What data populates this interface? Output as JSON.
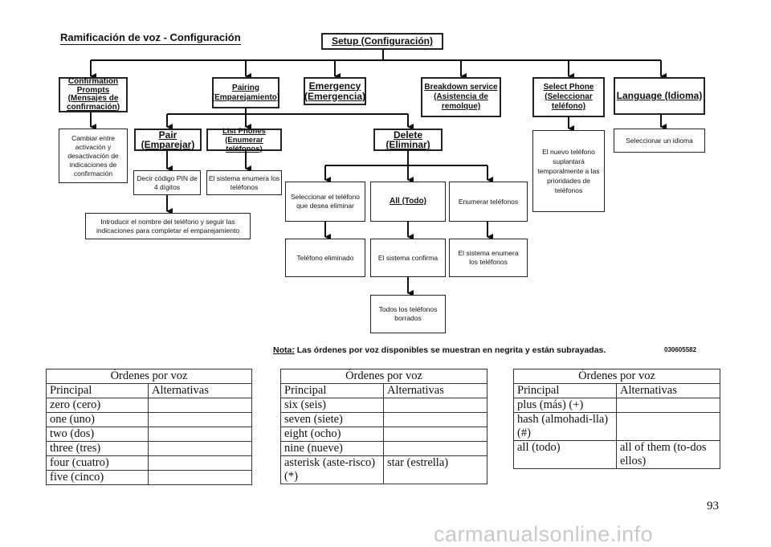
{
  "diagram": {
    "title": "Ramificación de voz - Configuración",
    "root": "Setup (Configuración)",
    "confirmation": "Confirmation Prompts (Mensajes de confirmación)",
    "confirmation_desc": "Cambiar entre activación y desactivación de indicaciones de confirmación",
    "pairing": "Pairing (Emparejamiento)",
    "pair": "Pair (Emparejar)",
    "pair_pin": "Decir código PIN de 4 dígitos",
    "pair_name": "Introducir el nombre del teléfono y seguir las indicaciones para completar el emparejamiento",
    "list_phones": "List Phones (Enumerar teléfonos)",
    "list_phones_desc": "El sistema enumera los teléfonos",
    "emergency": "Emergency (Emergencia)",
    "delete": "Delete (Eliminar)",
    "delete_select": "Seleccionar el teléfono que desea eliminar",
    "delete_deleted": "Teléfono eliminado",
    "delete_all": "All (Todo)",
    "delete_all_confirm": "El sistema confirma",
    "delete_all_done": "Todos los teléfonos borrados",
    "delete_list": "Enumerar teléfonos",
    "delete_list_desc": "El sistema enumera los teléfonos",
    "breakdown": "Breakdown service (Asistencia de remolque)",
    "select_phone": "Select Phone (Seleccionar teléfono)",
    "select_phone_desc": "El nuevo teléfono suplantará temporalmente a las prioridades de teléfonos",
    "language": "Language (Idioma)",
    "language_desc": "Seleccionar un idioma"
  },
  "note": {
    "label": "Nota:",
    "text": "Las órdenes por voz disponibles se muestran en negrita y están subrayadas.",
    "code": "030605582"
  },
  "tables": [
    {
      "caption": "Órdenes por voz",
      "col_primary": "Principal",
      "col_alt": "Alternativas",
      "rows": [
        [
          "zero (cero)",
          ""
        ],
        [
          "one (uno)",
          ""
        ],
        [
          "two (dos)",
          ""
        ],
        [
          "three (tres)",
          ""
        ],
        [
          "four (cuatro)",
          ""
        ],
        [
          "five (cinco)",
          ""
        ]
      ]
    },
    {
      "caption": "Órdenes por voz",
      "col_primary": "Principal",
      "col_alt": "Alternativas",
      "rows": [
        [
          "six (seis)",
          ""
        ],
        [
          "seven (siete)",
          ""
        ],
        [
          "eight (ocho)",
          ""
        ],
        [
          "nine (nueve)",
          ""
        ],
        [
          "asterisk (aste-risco) (*)",
          "star (estrella)"
        ]
      ]
    },
    {
      "caption": "Órdenes por voz",
      "col_primary": "Principal",
      "col_alt": "Alternativas",
      "rows": [
        [
          "plus (más) (+)",
          ""
        ],
        [
          "hash (almohadi-lla) (#)",
          ""
        ],
        [
          "all (todo)",
          "all of them (to-dos ellos)"
        ]
      ]
    }
  ],
  "page_number": "93",
  "watermark": "carmanualsonline.info"
}
